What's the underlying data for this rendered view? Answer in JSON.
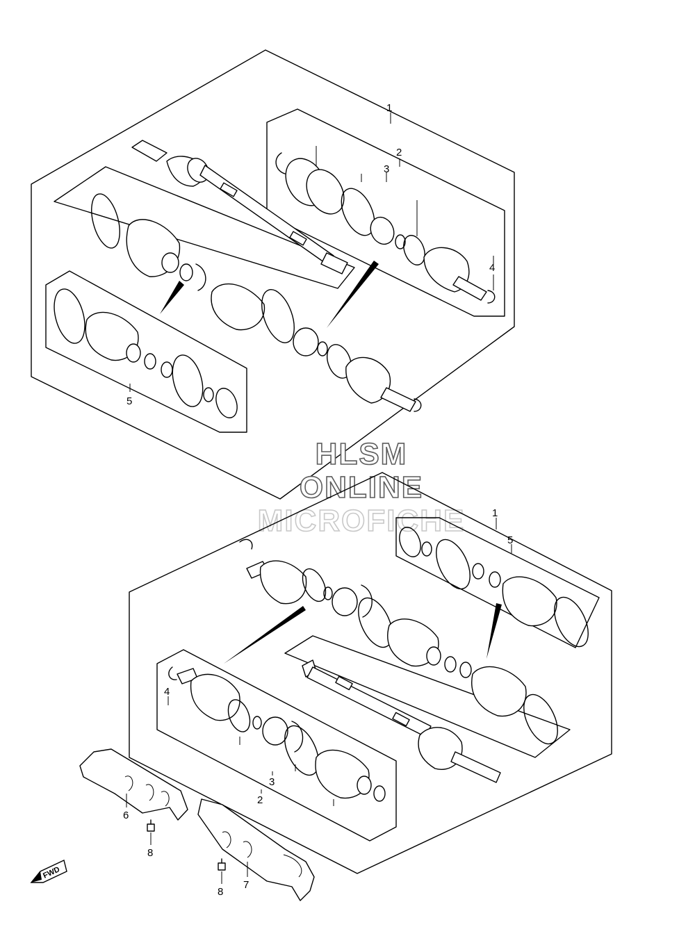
{
  "watermark": {
    "line1": "HLSM",
    "line2": "ONLINE",
    "line3": "MICROFICHE"
  },
  "fwd_label": "FWD",
  "upper_assembly": {
    "callouts": {
      "shaft_assembly": "1",
      "joint_set": "2",
      "joint_boot": "3",
      "circlip": "4",
      "boot_set": "5"
    }
  },
  "lower_assembly": {
    "callouts": {
      "shaft_assembly": "1",
      "joint_set": "2",
      "joint_boot": "3",
      "circlip": "4",
      "boot_set": "5"
    }
  },
  "covers": {
    "cover_left": "6",
    "cover_right": "7",
    "bolt_left": "8",
    "bolt_right": "8"
  }
}
